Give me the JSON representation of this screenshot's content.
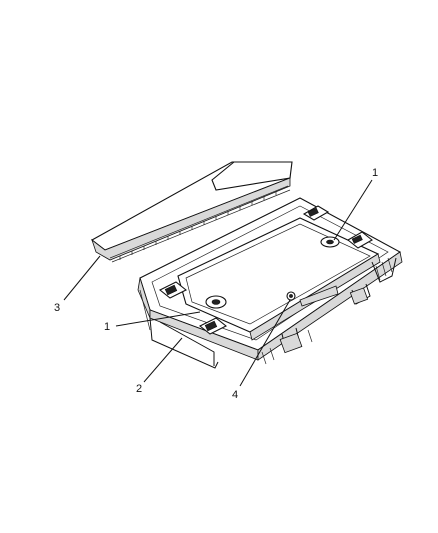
{
  "callouts": {
    "c1_top": "1",
    "c1_left": "1",
    "c2": "2",
    "c3": "3",
    "c4": "4"
  }
}
